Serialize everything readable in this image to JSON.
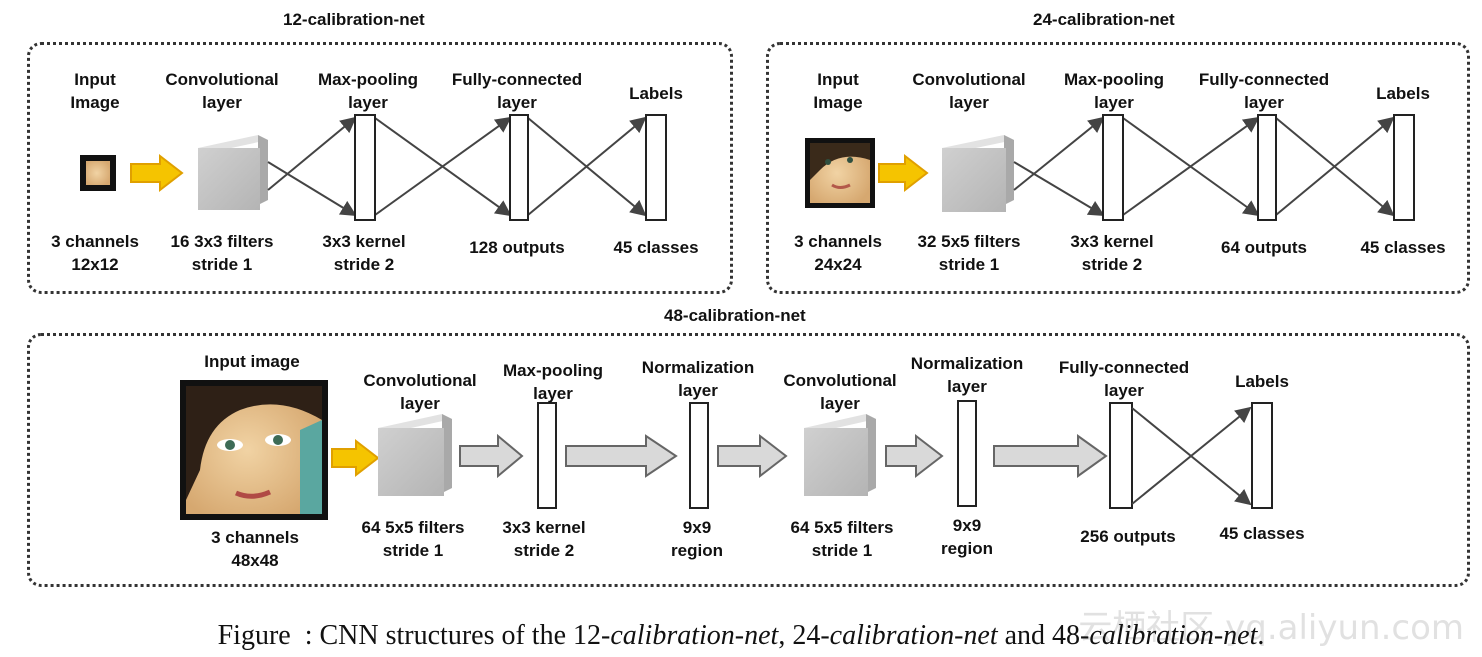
{
  "net12": {
    "title": "12-calibration-net",
    "input_head": [
      "Input",
      "Image"
    ],
    "conv_head": [
      "Convolutional",
      "layer"
    ],
    "pool_head": [
      "Max-pooling",
      "layer"
    ],
    "fc_head": [
      "Fully-connected",
      "layer"
    ],
    "labels_head": "Labels",
    "input_foot": [
      "3 channels",
      "12x12"
    ],
    "conv_foot": [
      "16 3x3 filters",
      "stride 1"
    ],
    "pool_foot": [
      "3x3 kernel",
      "stride 2"
    ],
    "fc_foot": "128 outputs",
    "labels_foot": "45 classes"
  },
  "net24": {
    "title": "24-calibration-net",
    "input_head": [
      "Input",
      "Image"
    ],
    "conv_head": [
      "Convolutional",
      "layer"
    ],
    "pool_head": [
      "Max-pooling",
      "layer"
    ],
    "fc_head": [
      "Fully-connected",
      "layer"
    ],
    "labels_head": "Labels",
    "input_foot": [
      "3 channels",
      "24x24"
    ],
    "conv_foot": [
      "32 5x5 filters",
      "stride 1"
    ],
    "pool_foot": [
      "3x3 kernel",
      "stride 2"
    ],
    "fc_foot": "64 outputs",
    "labels_foot": "45 classes"
  },
  "net48": {
    "title": "48-calibration-net",
    "input_head": "Input image",
    "conv1_head": [
      "Convolutional",
      "layer"
    ],
    "pool_head": [
      "Max-pooling",
      "layer"
    ],
    "norm1_head": [
      "Normalization",
      "layer"
    ],
    "conv2_head": [
      "Convolutional",
      "layer"
    ],
    "norm2_head": [
      "Normalization",
      "layer"
    ],
    "fc_head": [
      "Fully-connected",
      "layer"
    ],
    "labels_head": "Labels",
    "input_foot": [
      "3 channels",
      "48x48"
    ],
    "conv1_foot": [
      "64 5x5 filters",
      "stride 1"
    ],
    "pool_foot": [
      "3x3 kernel",
      "stride 2"
    ],
    "norm1_foot": [
      "9x9",
      "region"
    ],
    "conv2_foot": [
      "64 5x5 filters",
      "stride 1"
    ],
    "norm2_foot": [
      "9x9",
      "region"
    ],
    "fc_foot": "256 outputs",
    "labels_foot": "45 classes"
  },
  "caption": {
    "prefix": "Figure",
    "colon": "  : CNN structures of the 12-",
    "net1": "calibration-net",
    "sep1": ", 24-",
    "net2": "calibration-net",
    "sep2": " and 48-",
    "net3": "calibration-net",
    "end": "."
  },
  "watermark": "云栖社区 yq.aliyun.com",
  "colors": {
    "arrow_fill": "#f5c400",
    "arrow_stroke": "#e0a000",
    "skin": "#e9c79a",
    "gray_arrow": "#d9d9d9"
  }
}
